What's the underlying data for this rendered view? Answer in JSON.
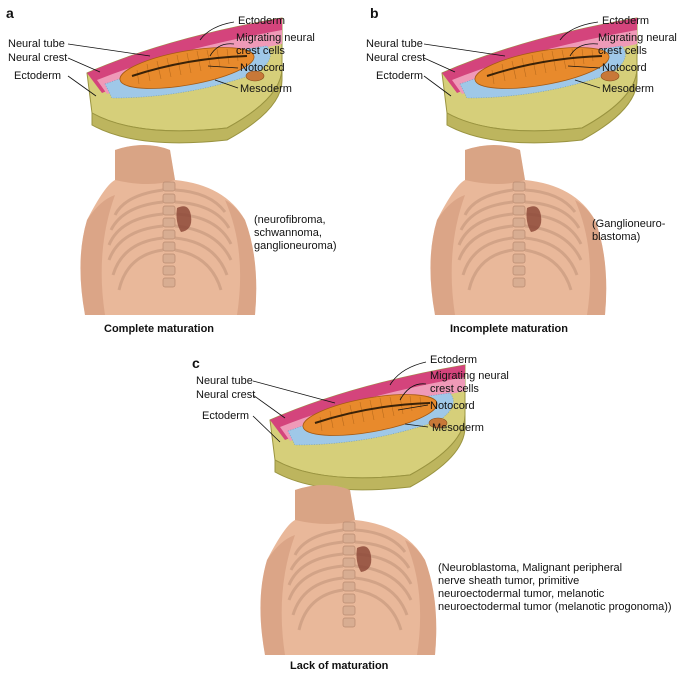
{
  "colors": {
    "tissue": "#d6cf7a",
    "tissue_dark": "#bdb55e",
    "ectoderm_band": "#d4447c",
    "mesoderm_blue": "#9fc8e8",
    "neural_orange": "#e88a2c",
    "skin": "#e9b89a",
    "skin_shadow": "#c98f70"
  },
  "labels": {
    "neural_tube": "Neural tube",
    "neural_crest": "Neural crest",
    "ectoderm_left": "Ectoderm",
    "ectoderm_top": "Ectoderm",
    "migrating_line1": "Migrating neural",
    "migrating_line2": "crest cells",
    "notocord": "Notocord",
    "mesoderm": "Mesoderm"
  },
  "panels": [
    {
      "letter": "a",
      "description": "(neurofibroma,\nschwannoma,\nganglioneuroma)",
      "caption": "Complete maturation"
    },
    {
      "letter": "b",
      "description": "(Ganglioneuro-\nblastoma)",
      "caption": "Incomplete maturation"
    },
    {
      "letter": "c",
      "description": "(Neuroblastoma, Malignant peripheral\nnerve sheath tumor, primitive\nneuroectodermal tumor, melanotic\nneuroectodermal tumor (melanotic progonoma))",
      "caption": "Lack of maturation"
    }
  ]
}
